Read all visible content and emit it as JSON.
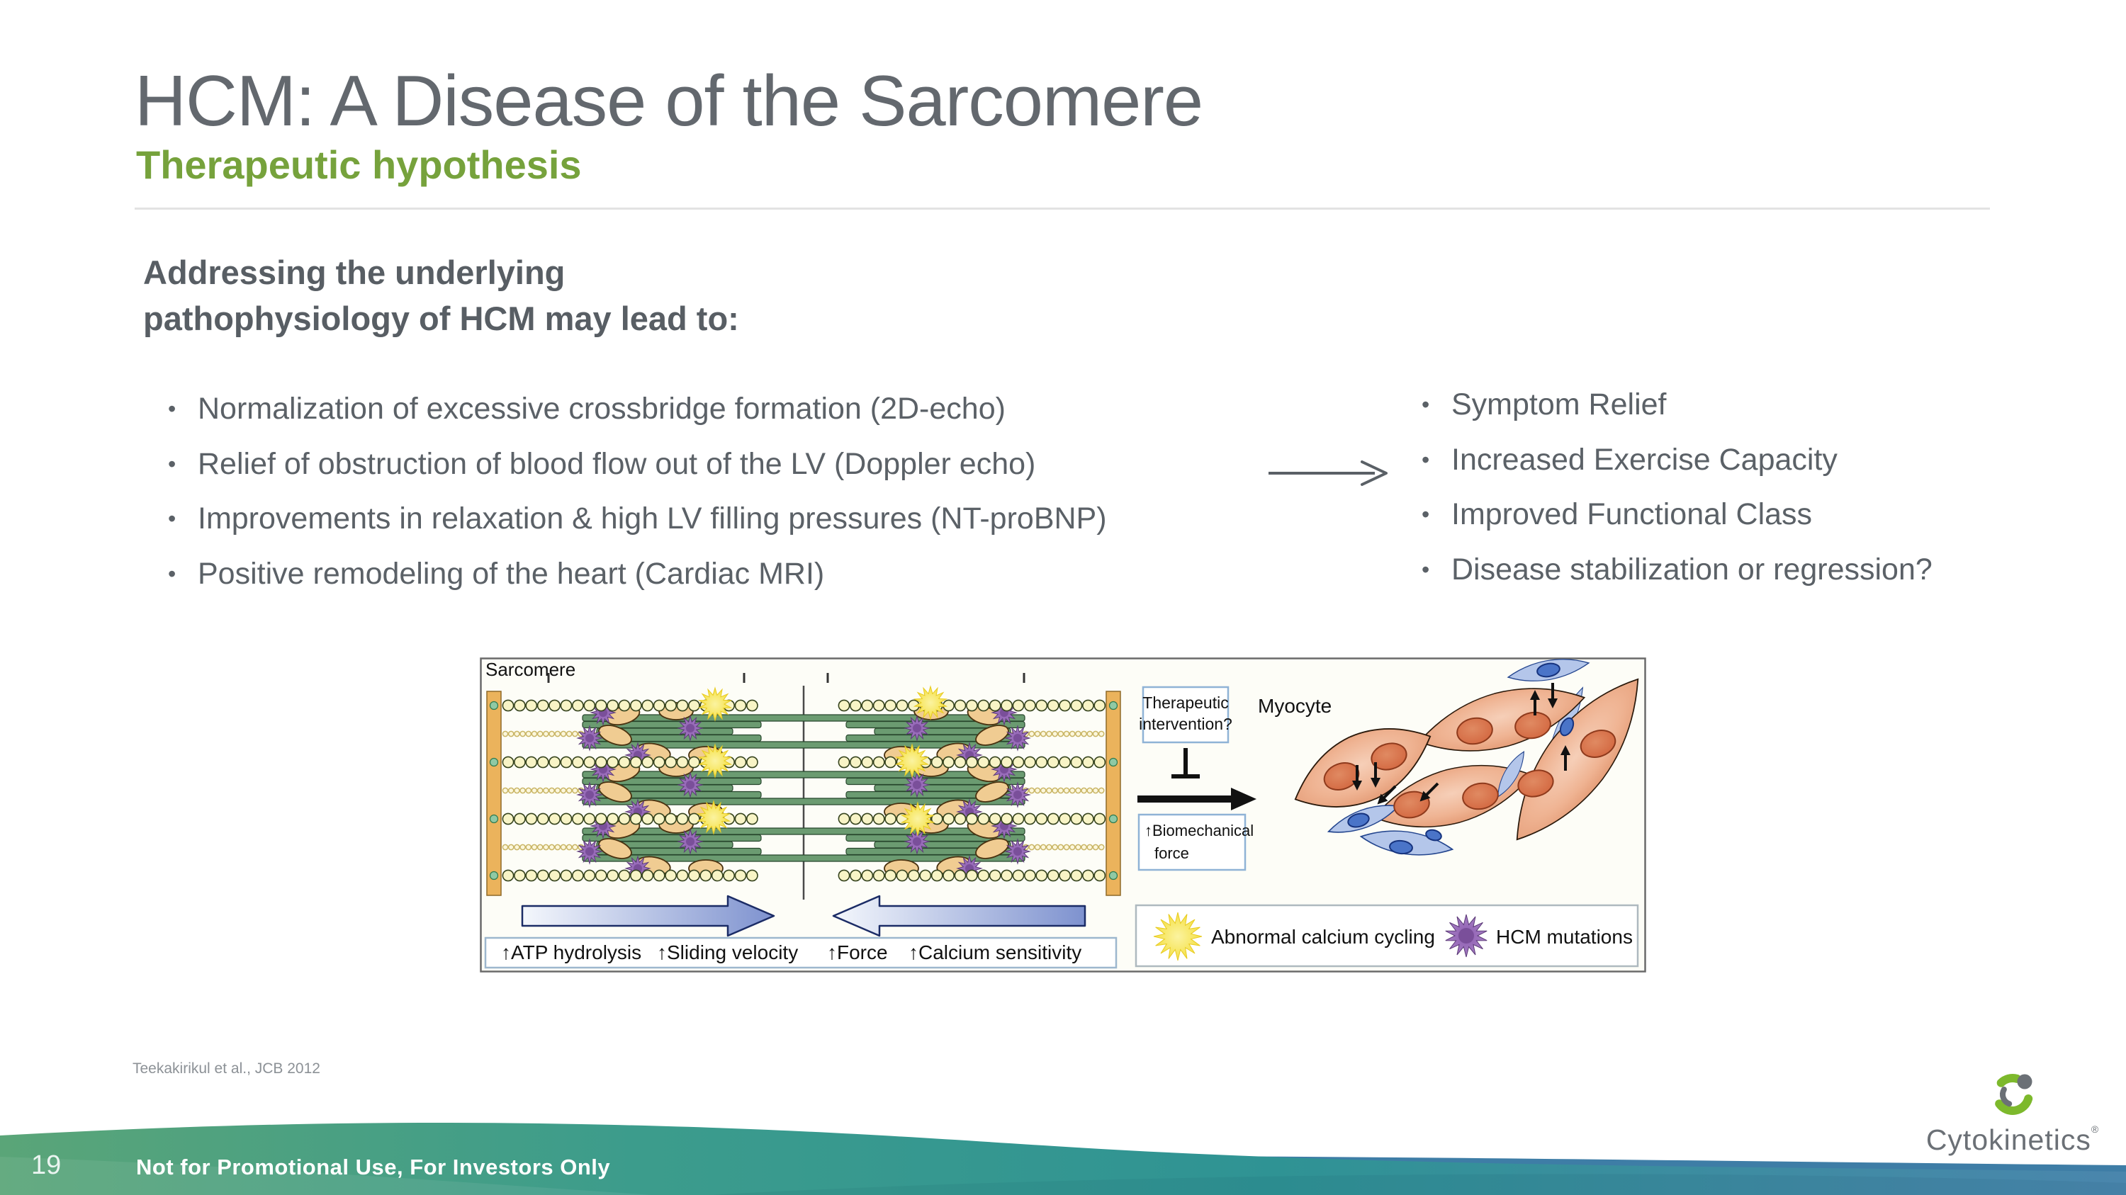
{
  "title": "HCM: A Disease of the Sarcomere",
  "subtitle": "Therapeutic hypothesis",
  "heading": "Addressing the underlying\npathophysiology of HCM may lead to:",
  "bullets_left": [
    "Normalization of excessive crossbridge formation (2D-echo)",
    "Relief of obstruction of blood flow out of the LV (Doppler echo)",
    "Improvements in relaxation & high LV filling pressures (NT-proBNP)",
    "Positive remodeling of the heart (Cardiac MRI)"
  ],
  "bullets_right": [
    "Symptom Relief",
    "Increased Exercise Capacity",
    "Improved Functional Class",
    "Disease stabilization or regression?"
  ],
  "figure": {
    "sarcomere_label": "Sarcomere",
    "therapeutic_box_line1": "Therapeutic",
    "therapeutic_box_line2": "intervention?",
    "myocyte_label": "Myocyte",
    "biomech_line1": "↑Biomechanical",
    "biomech_line2": "force",
    "bottom_labels": [
      "↑ATP hydrolysis",
      "↑Sliding velocity",
      "↑Force",
      "↑Calcium sensitivity"
    ],
    "legend_abnormal": "Abnormal calcium cycling",
    "legend_hcm": "HCM mutations"
  },
  "citation": "Teekakirikul et al., JCB 2012",
  "footer": {
    "page_number": "19",
    "disclaimer": "Not for Promotional Use, For Investors Only"
  },
  "logo": {
    "text": "Cytokinetics",
    "registered": "®"
  },
  "colors": {
    "accent_green": "#76A23C",
    "title_gray": "#63686E",
    "body_gray": "#5B6167",
    "wave_green": "#5AA578",
    "wave_teal": "#2F9394",
    "wave_blue": "#4A86AD",
    "logo_green": "#7DB92C"
  }
}
